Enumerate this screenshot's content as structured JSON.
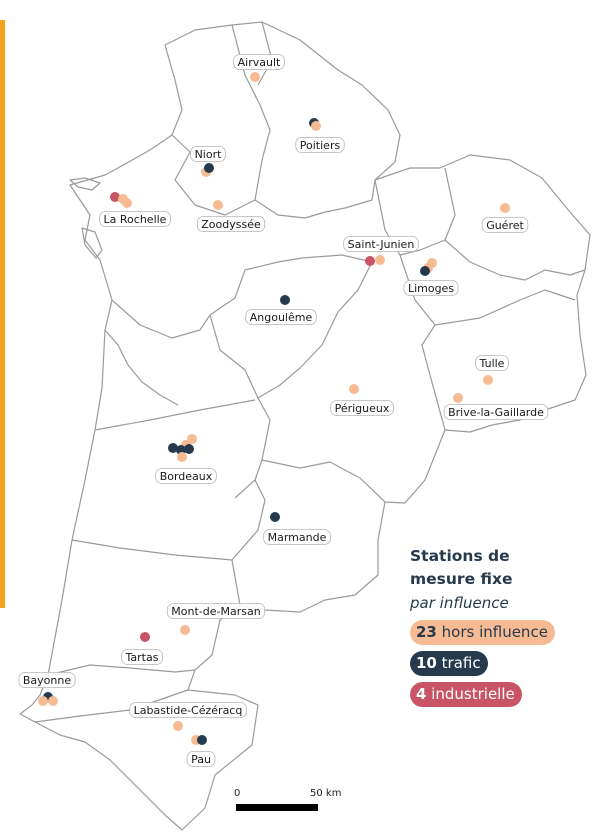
{
  "colors": {
    "hors_influence": "#f6bb93",
    "trafic": "#263a4d",
    "industrielle": "#c95465",
    "accent": "#f4a11d",
    "border": "#9a9a9a"
  },
  "cities": [
    {
      "name": "Airvault"
    },
    {
      "name": "Poitiers"
    },
    {
      "name": "Niort"
    },
    {
      "name": "La Rochelle"
    },
    {
      "name": "Zoodyssée"
    },
    {
      "name": "Guéret"
    },
    {
      "name": "Saint-Junien"
    },
    {
      "name": "Limoges"
    },
    {
      "name": "Angoulême"
    },
    {
      "name": "Tulle"
    },
    {
      "name": "Périgueux"
    },
    {
      "name": "Brive-la-Gaillarde"
    },
    {
      "name": "Bordeaux"
    },
    {
      "name": "Marmande"
    },
    {
      "name": "Mont-de-Marsan"
    },
    {
      "name": "Tartas"
    },
    {
      "name": "Bayonne"
    },
    {
      "name": "Labastide-Cézéracq"
    },
    {
      "name": "Pau"
    }
  ],
  "legend": {
    "title_line1": "Stations de",
    "title_line2": "mesure fixe",
    "subtitle": "par influence",
    "items": [
      {
        "count": "23",
        "label": " hors influence",
        "type": "hors_influence"
      },
      {
        "count": "10",
        "label": " trafic",
        "type": "trafic"
      },
      {
        "count": "4",
        "label": " industrielle",
        "type": "industrielle"
      }
    ]
  },
  "scale": {
    "start_label": "0",
    "end_label": "50 km"
  }
}
